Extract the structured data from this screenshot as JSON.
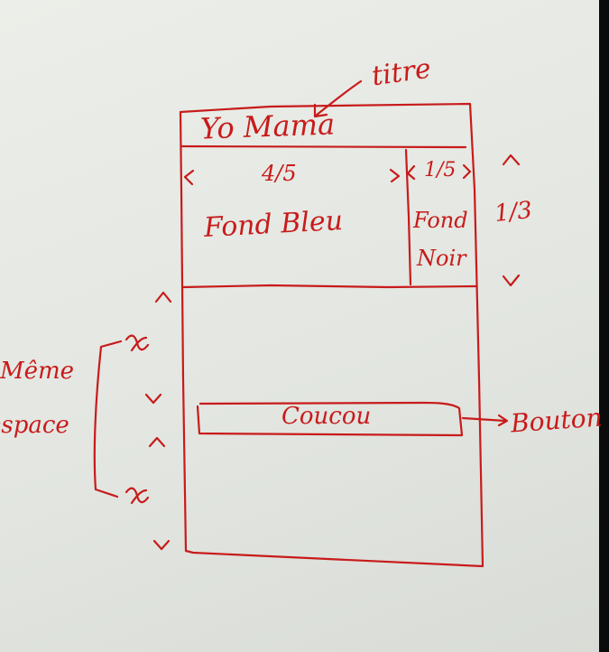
{
  "ink_color": "#c81b1b",
  "paper_color": "#e8ebe6",
  "annotations": {
    "titre": "titre",
    "bouton": "Bouton",
    "meme": "Même",
    "espace": "espace",
    "x_top": "x",
    "x_bottom": "x"
  },
  "header": {
    "title": "Yo Mama"
  },
  "top_section": {
    "blue_panel": {
      "width_label": "4/5",
      "label": "Fond Bleu"
    },
    "black_panel": {
      "width_label": "1/5",
      "label_line1": "Fond",
      "label_line2": "Noir"
    },
    "height_label": "1/3"
  },
  "main": {
    "button_label": "Coucou"
  }
}
